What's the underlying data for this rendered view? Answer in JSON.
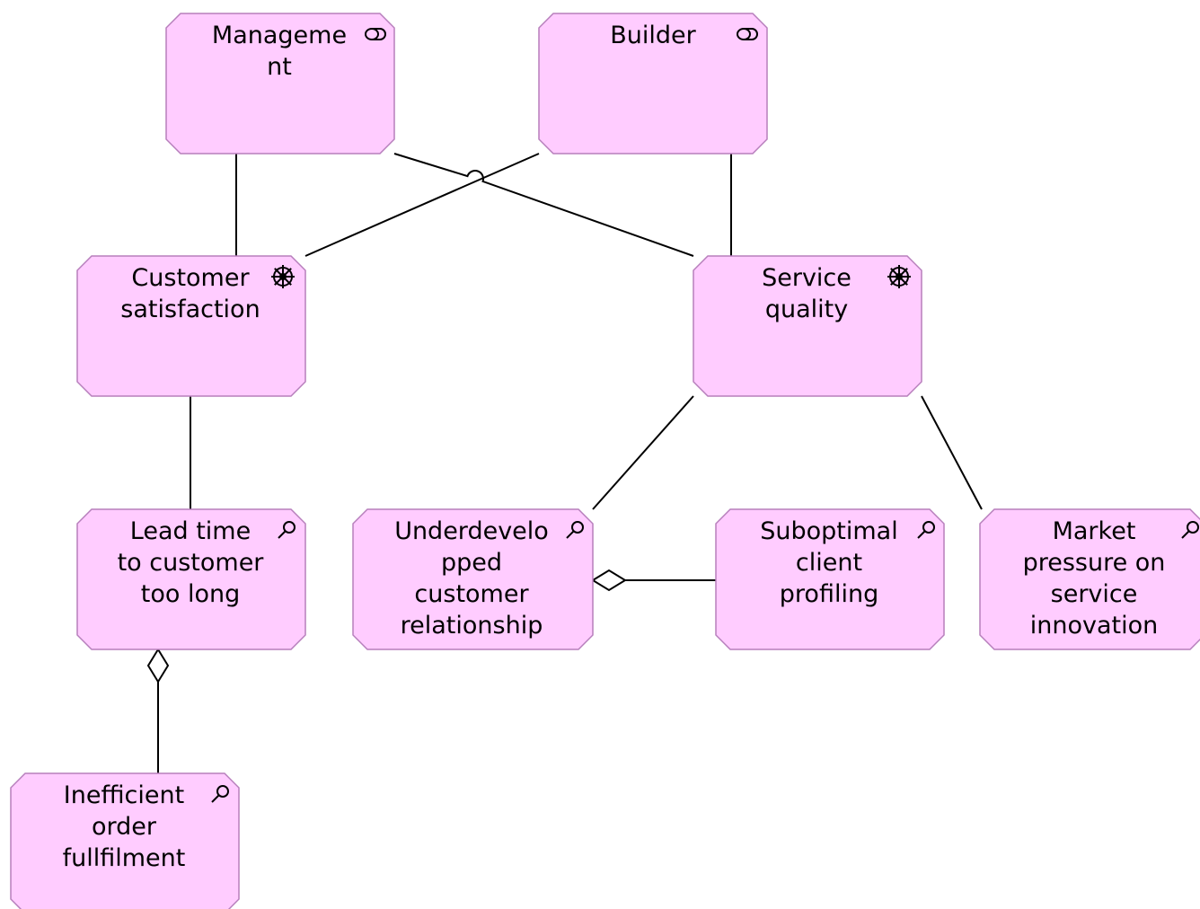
{
  "diagram": {
    "fill_color": "#ffccff",
    "border_color": "#b77fbc",
    "nodes": [
      {
        "id": "management",
        "label_lines": [
          "Manageme",
          "nt"
        ],
        "icon": "stakeholder-icon"
      },
      {
        "id": "builder",
        "label_lines": [
          "Builder"
        ],
        "icon": "stakeholder-icon"
      },
      {
        "id": "customer_satisfaction",
        "label_lines": [
          "Customer",
          "satisfaction"
        ],
        "icon": "driver-icon"
      },
      {
        "id": "service_quality",
        "label_lines": [
          "Service",
          "quality"
        ],
        "icon": "driver-icon"
      },
      {
        "id": "lead_time",
        "label_lines": [
          "Lead time",
          "to customer",
          "too long"
        ],
        "icon": "assessment-icon"
      },
      {
        "id": "underdeveloped",
        "label_lines": [
          "Underdevelo",
          "pped",
          "customer",
          "relationship"
        ],
        "icon": "assessment-icon"
      },
      {
        "id": "suboptimal",
        "label_lines": [
          "Suboptimal",
          "client",
          "profiling"
        ],
        "icon": "assessment-icon"
      },
      {
        "id": "market_pressure",
        "label_lines": [
          "Market",
          "pressure on",
          "service",
          "innovation"
        ],
        "icon": "assessment-icon"
      },
      {
        "id": "inefficient",
        "label_lines": [
          "Inefficient",
          "order",
          "fullfilment"
        ],
        "icon": "assessment-icon"
      }
    ],
    "edges": [
      {
        "from": "management",
        "to": "customer_satisfaction",
        "type": "association"
      },
      {
        "from": "management",
        "to": "service_quality",
        "type": "association"
      },
      {
        "from": "builder",
        "to": "customer_satisfaction",
        "type": "association"
      },
      {
        "from": "builder",
        "to": "service_quality",
        "type": "association"
      },
      {
        "from": "customer_satisfaction",
        "to": "lead_time",
        "type": "association"
      },
      {
        "from": "service_quality",
        "to": "underdeveloped",
        "type": "association"
      },
      {
        "from": "service_quality",
        "to": "market_pressure",
        "type": "association"
      },
      {
        "from": "lead_time",
        "to": "inefficient",
        "type": "aggregation"
      },
      {
        "from": "underdeveloped",
        "to": "suboptimal",
        "type": "aggregation"
      }
    ]
  }
}
